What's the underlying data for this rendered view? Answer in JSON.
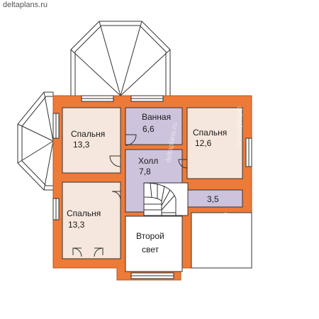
{
  "site": {
    "url": "deltaplans.ru"
  },
  "watermark": "deltaplans.ru",
  "colors": {
    "wall": "#ee7a38",
    "wall_edge": "#b8541c",
    "room_bedroom": "#f5e7dd",
    "room_wet": "#cdc3dc",
    "terrace_line": "#333333"
  },
  "rooms": [
    {
      "id": "bedroom-top-left",
      "label": "Спальня",
      "area": "13,3"
    },
    {
      "id": "bathroom",
      "label": "Ванная",
      "area": "6,6"
    },
    {
      "id": "bedroom-right",
      "label": "Спальня",
      "area": "12,6"
    },
    {
      "id": "hall",
      "label": "Холл",
      "area": "7,8"
    },
    {
      "id": "bedroom-bottom-left",
      "label": "Спальня",
      "area": "13,3"
    },
    {
      "id": "closet",
      "label": "",
      "area": "3,5"
    },
    {
      "id": "second-light",
      "label": "Второй",
      "area": "свет"
    }
  ]
}
